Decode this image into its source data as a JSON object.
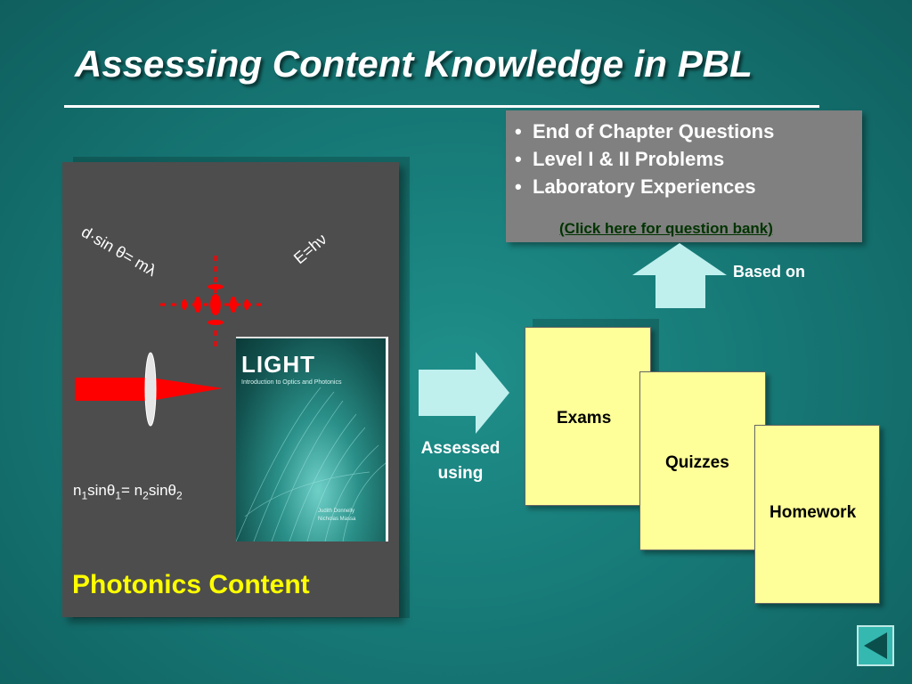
{
  "slide": {
    "title": "Assessing Content Knowledge in PBL"
  },
  "photonics_panel": {
    "grating_equation": "d·sin θ= mλ",
    "photon_energy": "E=hν",
    "snell_law": {
      "n1": "n",
      "sub1": "1",
      "sin1": "sinθ",
      "sub1b": "1",
      "eq": "= n",
      "sub2": "2",
      "sin2": "sinθ",
      "sub2b": "2"
    },
    "label": "Photonics Content",
    "book": {
      "title": "LIGHT",
      "subtitle": "Introduction to Optics and Photonics",
      "authors": "Judith Donnelly\nNicholas Massa"
    }
  },
  "question_box": {
    "bullet": "•",
    "items": [
      "End of Chapter Questions",
      "Level I & II Problems",
      "Laboratory Experiences"
    ],
    "link": "(Click here for question bank)"
  },
  "labels": {
    "based_on": "Based on",
    "assessed_using_line1": "Assessed",
    "assessed_using_line2": "using"
  },
  "assessments": [
    "Exams",
    "Quizzes",
    "Homework"
  ],
  "colors": {
    "background": "#177a77",
    "title": "#ffffff",
    "panel": "#4d4d4d",
    "panel_label": "#ffff00",
    "card": "#ffff99",
    "arrow": "#bff0ee",
    "laser": "#ff0000"
  },
  "icons": {
    "nav_button": "back-triangle-icon"
  }
}
